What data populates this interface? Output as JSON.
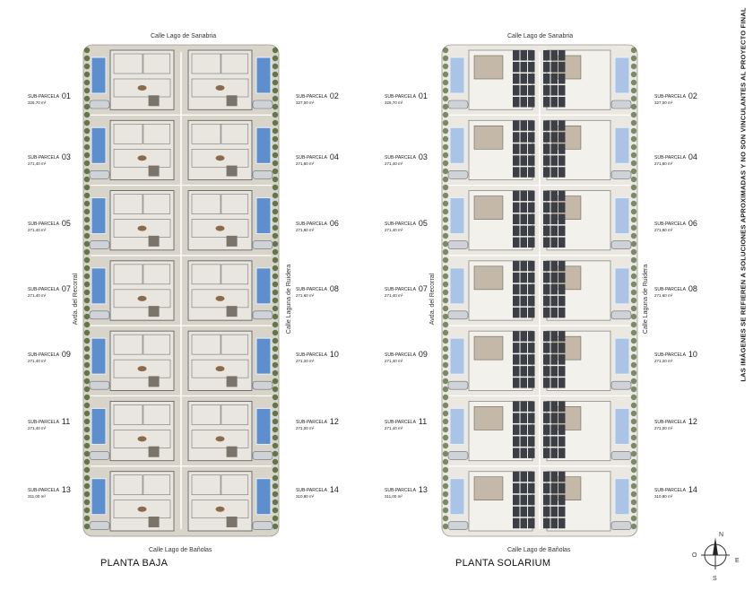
{
  "disclaimer": "LAS IMÁGENES SE REFIEREN A SOLUCIONES APROXIMADAS Y NO SON VINCULANTES AL PROYECTO FINAL",
  "streets": {
    "top": "Calle Lago de Sanabria",
    "bottom": "Calle Lago de Bañolas",
    "left": "Avda. del Recorral",
    "right": "Calle Laguna de Ruidera"
  },
  "plans": [
    {
      "title": "PLANTA BAJA",
      "parcels_left": [
        {
          "label": "SUB-PARCELA",
          "num": "01",
          "area": "326,70 m²"
        },
        {
          "label": "SUB-PARCELA",
          "num": "03",
          "area": "271,40 m²"
        },
        {
          "label": "SUB-PARCELA",
          "num": "05",
          "area": "271,40 m²"
        },
        {
          "label": "SUB-PARCELA",
          "num": "07",
          "area": "271,40 m²"
        },
        {
          "label": "SUB-PARCELA",
          "num": "09",
          "area": "271,40 m²"
        },
        {
          "label": "SUB-PARCELA",
          "num": "11",
          "area": "271,40 m²"
        },
        {
          "label": "SUB-PARCELA",
          "num": "13",
          "area": "311,00 m²"
        }
      ],
      "parcels_right": [
        {
          "label": "SUB-PARCELA",
          "num": "02",
          "area": "327,00 m²"
        },
        {
          "label": "SUB-PARCELA",
          "num": "04",
          "area": "271,80 m²"
        },
        {
          "label": "SUB-PARCELA",
          "num": "06",
          "area": "271,80 m²"
        },
        {
          "label": "SUB-PARCELA",
          "num": "08",
          "area": "271,60 m²"
        },
        {
          "label": "SUB-PARCELA",
          "num": "10",
          "area": "271,20 m²"
        },
        {
          "label": "SUB-PARCELA",
          "num": "12",
          "area": "271,00 m²"
        },
        {
          "label": "SUB-PARCELA",
          "num": "14",
          "area": "310,80 m²"
        }
      ]
    },
    {
      "title": "PLANTA SOLARIUM",
      "parcels_left": [
        {
          "label": "SUB-PARCELA",
          "num": "01",
          "area": "326,70 m²"
        },
        {
          "label": "SUB-PARCELA",
          "num": "03",
          "area": "271,40 m²"
        },
        {
          "label": "SUB-PARCELA",
          "num": "05",
          "area": "271,40 m²"
        },
        {
          "label": "SUB-PARCELA",
          "num": "07",
          "area": "271,40 m²"
        },
        {
          "label": "SUB-PARCELA",
          "num": "09",
          "area": "271,40 m²"
        },
        {
          "label": "SUB-PARCELA",
          "num": "11",
          "area": "271,40 m²"
        },
        {
          "label": "SUB-PARCELA",
          "num": "13",
          "area": "311,00 m²"
        }
      ],
      "parcels_right": [
        {
          "label": "SUB-PARCELA",
          "num": "02",
          "area": "327,00 m²"
        },
        {
          "label": "SUB-PARCELA",
          "num": "04",
          "area": "271,80 m²"
        },
        {
          "label": "SUB-PARCELA",
          "num": "06",
          "area": "271,80 m²"
        },
        {
          "label": "SUB-PARCELA",
          "num": "08",
          "area": "271,60 m²"
        },
        {
          "label": "SUB-PARCELA",
          "num": "10",
          "area": "271,20 m²"
        },
        {
          "label": "SUB-PARCELA",
          "num": "12",
          "area": "271,00 m²"
        },
        {
          "label": "SUB-PARCELA",
          "num": "14",
          "area": "310,80 m²"
        }
      ]
    }
  ],
  "compass": {
    "n": "N",
    "e": "E",
    "s": "S",
    "o": "O"
  },
  "colors": {
    "pool": "#5d8fcf",
    "pool_light": "#a9c4e6",
    "ground": "#d9d4c9",
    "ground_light": "#ebe8e2",
    "hedge": "#556b3a",
    "solar": "#3c3f45"
  }
}
